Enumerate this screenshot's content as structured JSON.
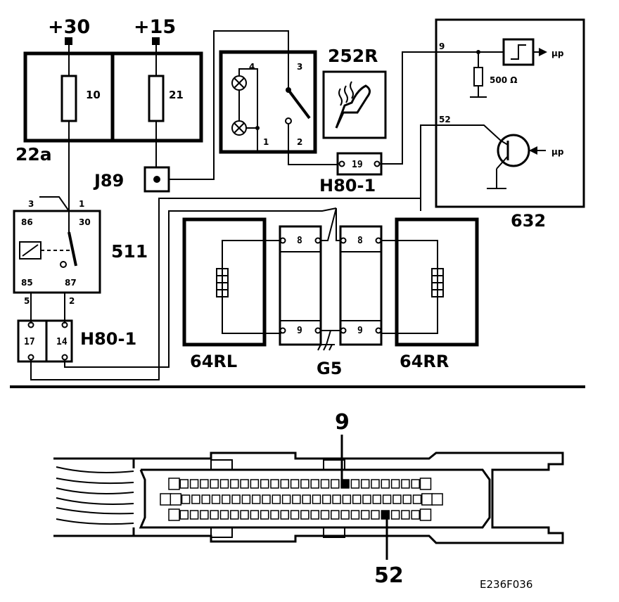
{
  "supply": {
    "plus30": "+30",
    "plus15": "+15"
  },
  "fusebox": {
    "id": "22a",
    "fuse_a": "10",
    "fuse_b": "21"
  },
  "connector_j": "J89",
  "switch": {
    "id": "252R",
    "pin_4": "4",
    "pin_3": "3",
    "pin_1": "1",
    "pin_2": "2"
  },
  "h80_top": {
    "id": "H80-1",
    "pin": "19"
  },
  "ecu": {
    "id": "632",
    "pin_9": "9",
    "pin_52": "52",
    "resistor": "500 Ω",
    "up_top": "μp",
    "up_bottom": "μp"
  },
  "relay": {
    "id": "511",
    "pin_3": "3",
    "pin_1": "1",
    "pin_86": "86",
    "pin_30": "30",
    "pin_85": "85",
    "pin_87": "87",
    "pin_5": "5",
    "pin_2": "2"
  },
  "h80_left": {
    "id": "H80-1",
    "pin_17": "17",
    "pin_14": "14"
  },
  "heaters": {
    "left": "64RL",
    "right": "64RR",
    "ground": "G5",
    "conn_l_top": "8",
    "conn_l_bot": "9",
    "conn_r_top": "8",
    "conn_r_bot": "9"
  },
  "connector_view": {
    "callout_top": "9",
    "callout_bottom": "52"
  },
  "figure_code": "E236F036"
}
